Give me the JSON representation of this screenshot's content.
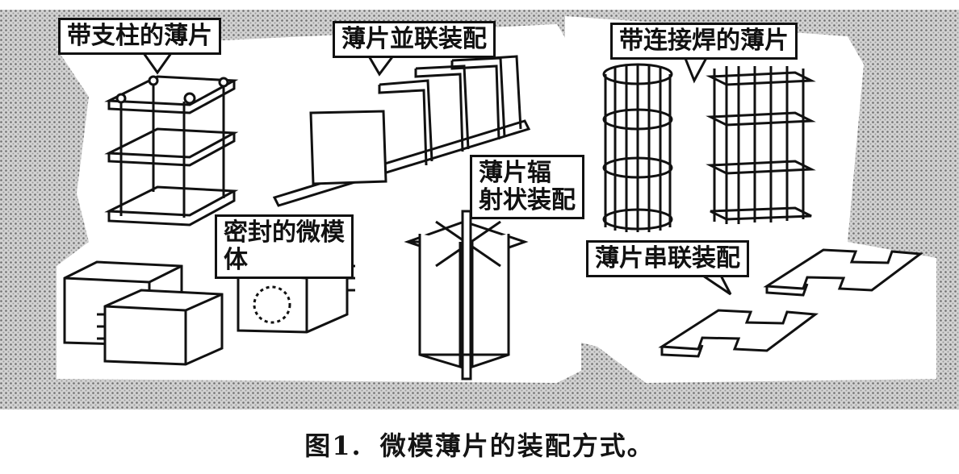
{
  "figure": {
    "caption_label": "图1.",
    "caption_text": "微模薄片的装配方式。"
  },
  "callouts": {
    "posts": "带支柱的薄片",
    "parallel": "薄片並联装配",
    "welded": "带连接焊的薄片",
    "radial_line1": "薄片辐",
    "radial_line2": "射状装配",
    "sealed_line1": "密封的微模",
    "sealed_line2": "体",
    "series": "薄片串联装配"
  },
  "colors": {
    "ink": "#111111",
    "paper": "#ffffff",
    "halftone": "#8a8a8a"
  }
}
